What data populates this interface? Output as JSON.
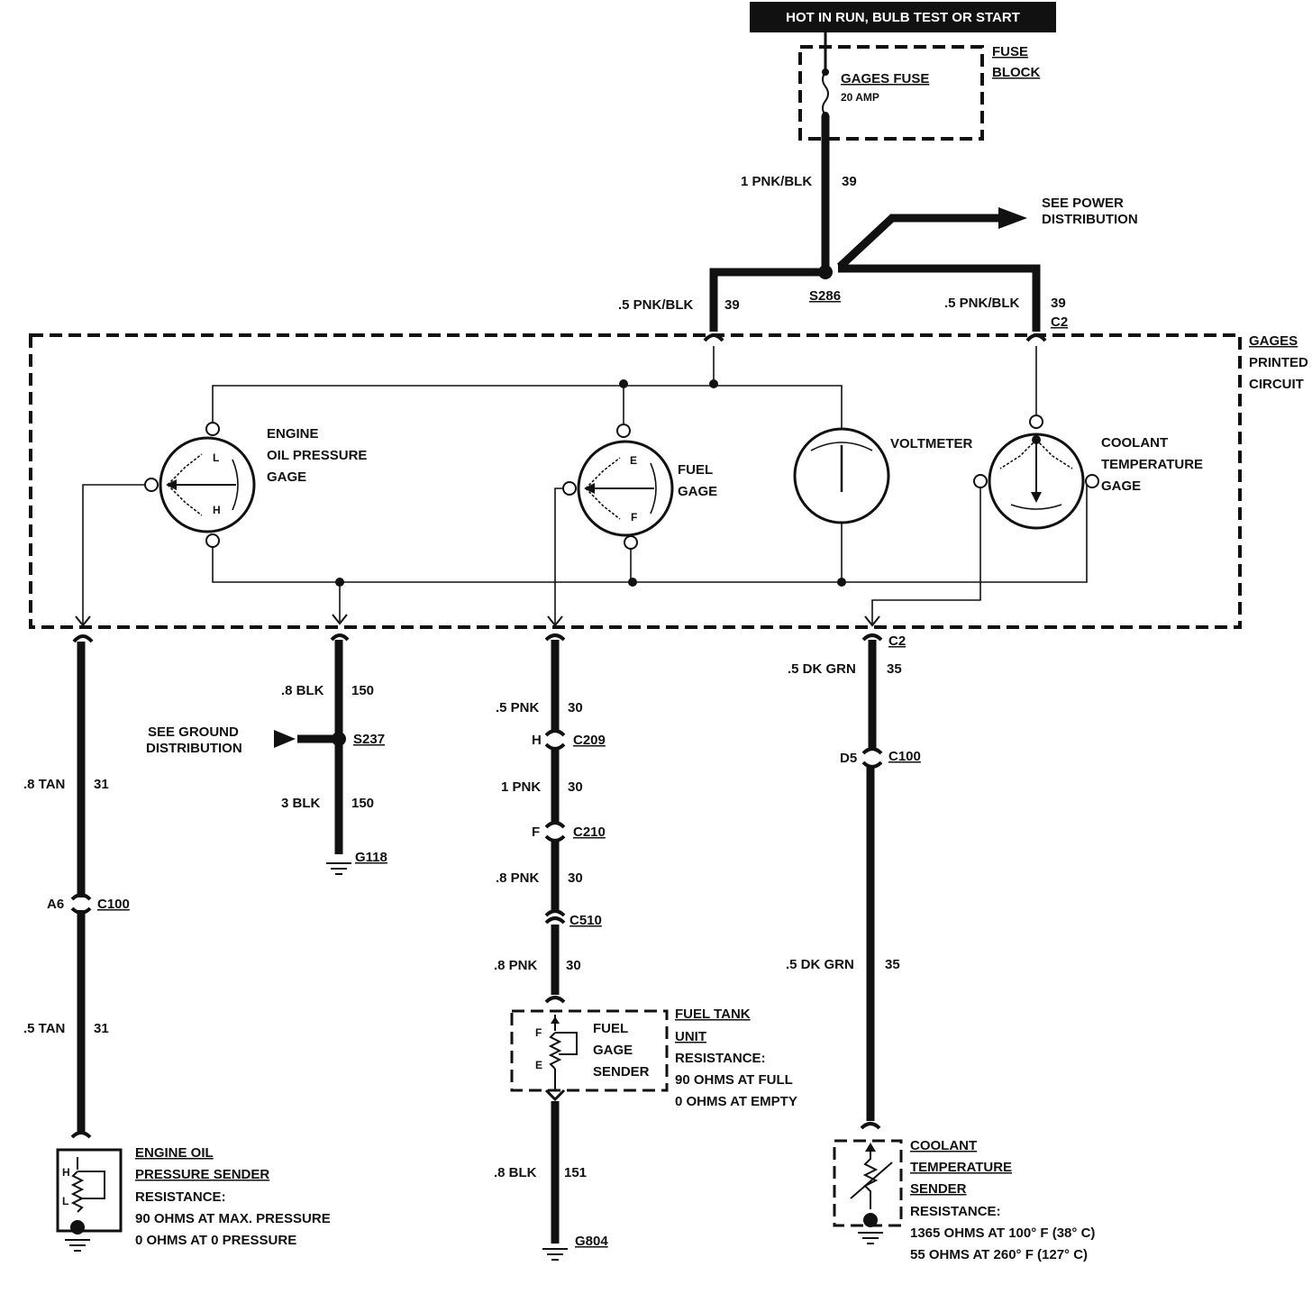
{
  "power": {
    "header": "HOT IN RUN,   BULB TEST OR START"
  },
  "fuse_block": {
    "title_line1": "FUSE",
    "title_line2": "BLOCK",
    "fuse_name": "GAGES FUSE",
    "fuse_rating": "20 AMP"
  },
  "feed": {
    "wire": "1 PNK/BLK",
    "circuit": "39",
    "splice": "S286",
    "power_ref_line1": "SEE POWER",
    "power_ref_line2": "DISTRIBUTION",
    "left_wire": ".5 PNK/BLK",
    "left_circuit": "39",
    "right_wire": ".5 PNK/BLK",
    "right_circuit": "39",
    "right_connector": "C2"
  },
  "printed_circuit": {
    "line1": "GAGES",
    "line2": "PRINTED",
    "line3": "CIRCUIT"
  },
  "gages": {
    "oil_line1": "ENGINE",
    "oil_line2": "OIL PRESSURE",
    "oil_line3": "GAGE",
    "oil_mark_l": "L",
    "oil_mark_h": "H",
    "fuel_line1": "FUEL",
    "fuel_line2": "GAGE",
    "fuel_mark_e": "E",
    "fuel_mark_f": "F",
    "volt": "VOLTMETER",
    "coolant_line1": "COOLANT",
    "coolant_line2": "TEMPERATURE",
    "coolant_line3": "GAGE"
  },
  "oil_circuit": {
    "wire1": ".8 TAN",
    "circuit1": "31",
    "conn_pin": "A6",
    "conn": "C100",
    "wire2": ".5 TAN",
    "circuit2": "31",
    "sender_title1": "ENGINE OIL",
    "sender_title2": "PRESSURE SENDER",
    "res_title": "RESISTANCE:",
    "res1": "90 OHMS AT MAX. PRESSURE",
    "res2": "0 OHMS AT 0 PRESSURE",
    "mark_h": "H",
    "mark_l": "L"
  },
  "ground_circuit": {
    "wire1": ".8 BLK",
    "circuit1": "150",
    "ref_line1": "SEE GROUND",
    "ref_line2": "DISTRIBUTION",
    "splice": "S237",
    "wire2": "3 BLK",
    "circuit2": "150",
    "ground": "G118"
  },
  "fuel_circuit": {
    "wire1": ".5 PNK",
    "circuit1": "30",
    "c209_pin": "H",
    "c209": "C209",
    "wire2": "1 PNK",
    "circuit2": "30",
    "c210_pin": "F",
    "c210": "C210",
    "wire3": ".8 PNK",
    "circuit3": "30",
    "c510": "C510",
    "wire4": ".8 PNK",
    "circuit4": "30",
    "sender_line1": "FUEL",
    "sender_line2": "GAGE",
    "sender_line3": "SENDER",
    "mark_f": "F",
    "mark_e": "E",
    "unit_title1": "FUEL TANK",
    "unit_title2": "UNIT",
    "res_title": "RESISTANCE:",
    "res1": "90 OHMS AT FULL",
    "res2": "0 OHMS AT EMPTY",
    "wire5": ".8 BLK",
    "circuit5": "151",
    "ground": "G804"
  },
  "coolant_circuit": {
    "conn_top": "C2",
    "wire1": ".5 DK GRN",
    "circuit1": "35",
    "conn_pin": "D5",
    "conn": "C100",
    "wire2": ".5 DK GRN",
    "circuit2": "35",
    "sender_title1": "COOLANT",
    "sender_title2": "TEMPERATURE",
    "sender_title3": "SENDER",
    "res_title": "RESISTANCE:",
    "res1": "1365 OHMS AT 100° F (38° C)",
    "res2": "55 OHMS AT 260° F (127° C)"
  }
}
